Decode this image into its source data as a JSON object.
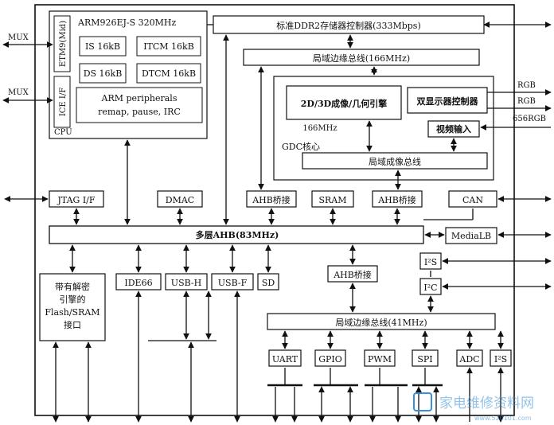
{
  "labels": {
    "mux_top": "MUX",
    "mux_mid": "MUX",
    "cpu_title": "ARM926EJ-S 320MHz",
    "etm": "ETM9(Mid)",
    "ice": "ICE I/F",
    "is": "IS 16kB",
    "itcm": "ITCM 16kB",
    "ds": "DS 16kB",
    "dtcm": "DTCM 16kB",
    "peri1": "ARM peripherals",
    "peri2": "remap, pause, IRC",
    "cpu": "CPU",
    "ddr2": "标准DDR2存储器控制器(333Mbps)",
    "bus166": "局域边缘总线(166MHz)",
    "gfx": "2D/3D成像/几何引擎",
    "mhz166": "166MHz",
    "gdc": "GDC核心",
    "dual_disp": "双显示器控制器",
    "video_in": "视频输入",
    "local_img_bus": "局域成像总线",
    "rgb1": "RGB",
    "rgb2": "RGB",
    "rgb3": "656RGB",
    "jtag": "JTAG I/F",
    "dmac": "DMAC",
    "ahb_bridge1": "AHB桥接",
    "sram": "SRAM",
    "ahb_bridge2": "AHB桥接",
    "can": "CAN",
    "ahb_main": "多层AHB(83MHz)",
    "medialb": "MediaLB",
    "flash1": "带有解密",
    "flash2": "引擎的",
    "flash3": "Flash/SRAM",
    "flash4": "接口",
    "ide": "IDE66",
    "usbh": "USB-H",
    "usbf": "USB-F",
    "sd": "SD",
    "ahb_bridge3": "AHB桥接",
    "i2s_top": "I²S",
    "i2c": "I²C",
    "bus41": "局域边缘总线(41MHz)",
    "uart": "UART",
    "gpio": "GPIO",
    "pwm": "PWM",
    "spi": "SPI",
    "adc": "ADC",
    "i2s_bot": "I²S",
    "watermark": "家电维修资料网",
    "watermark_url": "www.520101.com"
  },
  "colors": {
    "line": "#111111",
    "watermark": "#3a8fd6"
  }
}
